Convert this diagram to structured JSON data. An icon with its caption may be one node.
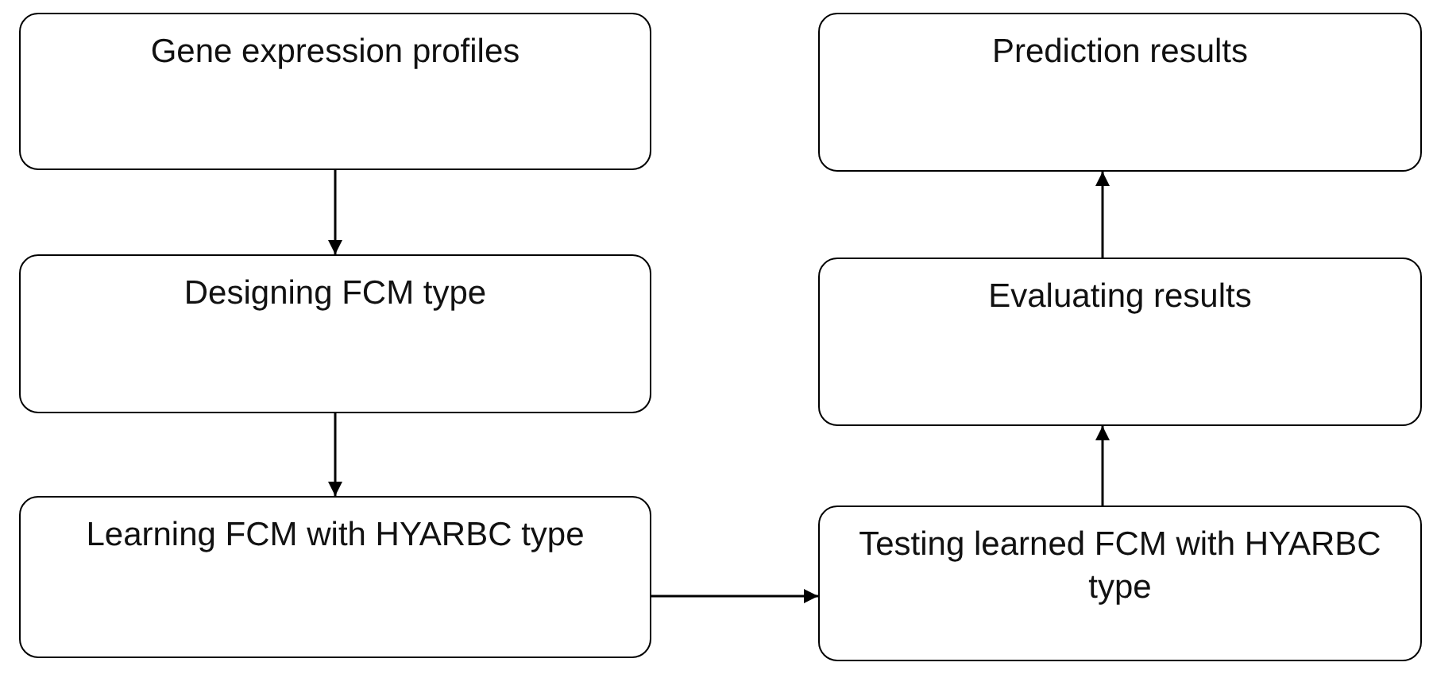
{
  "diagram": {
    "nodes": [
      {
        "text": [
          "Gene expression profiles"
        ]
      },
      {
        "text": [
          "Designing FCM type"
        ]
      },
      {
        "text": [
          "Learning FCM with HYARBC type"
        ]
      },
      {
        "text": [
          "Testing learned FCM with HYARBC type"
        ]
      },
      {
        "text": [
          "Evaluating results"
        ]
      },
      {
        "text": [
          "Prediction results"
        ]
      }
    ],
    "edges": [
      {
        "from": 0,
        "to": 1,
        "arrow": "to"
      },
      {
        "from": 1,
        "to": 2,
        "arrow": "to"
      },
      {
        "from": 2,
        "to": 3,
        "arrow": "to"
      },
      {
        "from": 3,
        "to": 4,
        "arrow": "to"
      },
      {
        "from": 4,
        "to": 5,
        "arrow": "to"
      }
    ]
  }
}
